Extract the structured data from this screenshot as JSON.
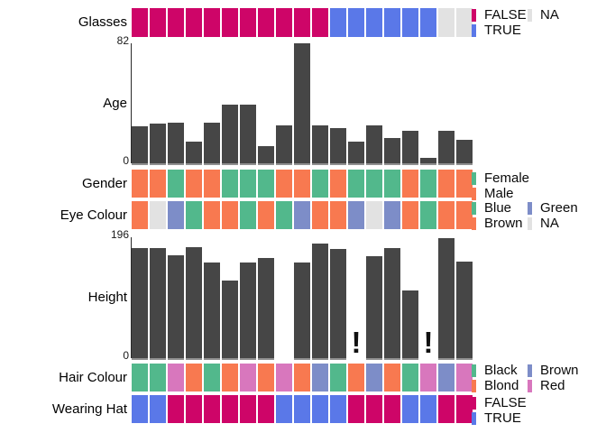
{
  "chart_data": {
    "type": "table",
    "subtype": "tableplot-dataframe-visualization",
    "n_columns": 19,
    "bar_color": "#464646",
    "na_color": "#E2E2E2",
    "layout_hints": {
      "legend_position": "right",
      "grid": false,
      "background": "#ffffff"
    },
    "rows": [
      {
        "name": "glasses",
        "label": "Glasses",
        "kind": "categorical",
        "values": [
          "FALSE",
          "FALSE",
          "FALSE",
          "FALSE",
          "FALSE",
          "FALSE",
          "FALSE",
          "FALSE",
          "FALSE",
          "FALSE",
          "FALSE",
          "TRUE",
          "TRUE",
          "TRUE",
          "TRUE",
          "TRUE",
          "TRUE",
          "NA",
          "NA"
        ],
        "palette": {
          "FALSE": "#CE0568",
          "TRUE": "#5A78E8",
          "NA": "#E2E2E2"
        },
        "legend": [
          {
            "label": "FALSE",
            "color": "#CE0568",
            "col": 0,
            "line": 0
          },
          {
            "label": "TRUE",
            "color": "#5A78E8",
            "col": 0,
            "line": 1
          },
          {
            "label": "NA",
            "color": "#E2E2E2",
            "col": 1,
            "line": 0
          }
        ]
      },
      {
        "name": "age",
        "label": "Age",
        "kind": "numeric",
        "axis_max": 82,
        "axis_max_label": "82",
        "axis_min_label": "0",
        "values": [
          25,
          27,
          28,
          15,
          28,
          40,
          40,
          12,
          26,
          82,
          26,
          24,
          15,
          26,
          17,
          22,
          4,
          22,
          16
        ],
        "bang_columns": []
      },
      {
        "name": "gender",
        "label": "Gender",
        "kind": "categorical",
        "values": [
          "Male",
          "Male",
          "Female",
          "Male",
          "Male",
          "Female",
          "Female",
          "Female",
          "Male",
          "Male",
          "Female",
          "Male",
          "Female",
          "Female",
          "Female",
          "Male",
          "Female",
          "Male",
          "Male"
        ],
        "palette": {
          "Female": "#52B88C",
          "Male": "#F87950"
        },
        "legend": [
          {
            "label": "Female",
            "color": "#52B88C",
            "col": 0,
            "line": 0
          },
          {
            "label": "Male",
            "color": "#F87950",
            "col": 0,
            "line": 1
          }
        ]
      },
      {
        "name": "eye_colour",
        "label": "Eye Colour",
        "kind": "categorical",
        "values": [
          "Brown",
          "NA",
          "Green",
          "Blue",
          "Brown",
          "Brown",
          "Blue",
          "Brown",
          "Blue",
          "Green",
          "Brown",
          "Brown",
          "Green",
          "NA",
          "Green",
          "Brown",
          "Blue",
          "Brown",
          "Brown"
        ],
        "palette": {
          "Blue": "#52B88C",
          "Brown": "#F87950",
          "Green": "#7D8DC8",
          "NA": "#E2E2E2"
        },
        "legend": [
          {
            "label": "Blue",
            "color": "#52B88C",
            "col": 0,
            "line": 0
          },
          {
            "label": "Brown",
            "color": "#F87950",
            "col": 0,
            "line": 1
          },
          {
            "label": "Green",
            "color": "#7D8DC8",
            "col": 1,
            "line": 0
          },
          {
            "label": "NA",
            "color": "#E2E2E2",
            "col": 1,
            "line": 1
          }
        ]
      },
      {
        "name": "height",
        "label": "Height",
        "kind": "numeric",
        "axis_max": 196,
        "axis_max_label": "196",
        "axis_min_label": "0",
        "values": [
          179,
          179,
          167,
          180,
          155,
          126,
          155,
          163,
          null,
          155,
          186,
          177,
          null,
          166,
          179,
          109,
          null,
          195,
          157
        ],
        "bang_columns": [
          12,
          16
        ],
        "missing_marker": "!"
      },
      {
        "name": "hair_colour",
        "label": "Hair Colour",
        "kind": "categorical",
        "values": [
          "Black",
          "Black",
          "Red",
          "Blond",
          "Black",
          "Blond",
          "Red",
          "Blond",
          "Red",
          "Blond",
          "Brown",
          "Black",
          "Blond",
          "Brown",
          "Blond",
          "Black",
          "Red",
          "Brown",
          "Red"
        ],
        "palette": {
          "Black": "#52B88C",
          "Blond": "#F87950",
          "Brown": "#7D8DC8",
          "Red": "#D877BD"
        },
        "legend": [
          {
            "label": "Black",
            "color": "#52B88C",
            "col": 0,
            "line": 0
          },
          {
            "label": "Blond",
            "color": "#F87950",
            "col": 0,
            "line": 1
          },
          {
            "label": "Brown",
            "color": "#7D8DC8",
            "col": 1,
            "line": 0
          },
          {
            "label": "Red",
            "color": "#D877BD",
            "col": 1,
            "line": 1
          }
        ]
      },
      {
        "name": "wearing_hat",
        "label": "Wearing Hat",
        "kind": "categorical",
        "values": [
          "TRUE",
          "TRUE",
          "FALSE",
          "FALSE",
          "FALSE",
          "FALSE",
          "FALSE",
          "FALSE",
          "TRUE",
          "TRUE",
          "TRUE",
          "TRUE",
          "FALSE",
          "FALSE",
          "FALSE",
          "TRUE",
          "TRUE",
          "FALSE",
          "FALSE"
        ],
        "palette": {
          "FALSE": "#CE0568",
          "TRUE": "#5A78E8"
        },
        "legend": [
          {
            "label": "FALSE",
            "color": "#CE0568",
            "col": 0,
            "line": 0
          },
          {
            "label": "TRUE",
            "color": "#5A78E8",
            "col": 0,
            "line": 1
          }
        ]
      }
    ]
  }
}
